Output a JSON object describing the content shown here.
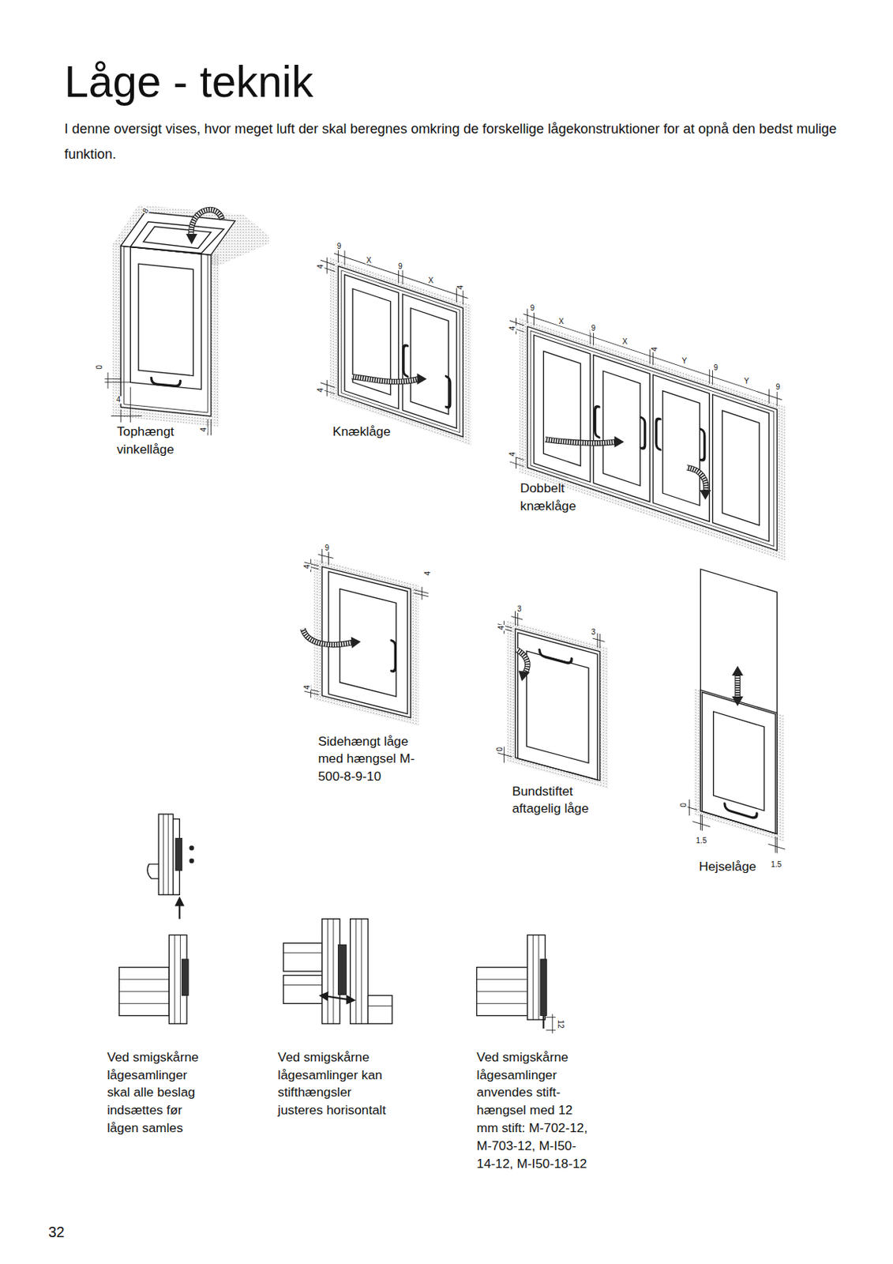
{
  "diagram": {
    "title": "Låge - teknik",
    "labels": [
      "I denne oversigt vises, hvor meget luft der skal beregnes omkring de forskellige lågekonstruktioner for at opnå den bedst mulige funktion.",
      "8",
      "0",
      "4",
      "4",
      "Tophængt vinkellåge",
      "9",
      "4",
      "X",
      "9",
      "X",
      "4",
      "4",
      "Knæklåge",
      "9",
      "4",
      "X",
      "9",
      "X",
      "4",
      "Y",
      "9",
      "Y",
      "9",
      "4",
      "Dobbelt knæklåge",
      "9",
      "4",
      "4",
      "4",
      "Sidehængt låge med hængsel M-500-8-9-10",
      "3",
      "4",
      "3",
      "0",
      "Bundstiftet aftagelig låge",
      "0",
      "1.5",
      "Hejselåge",
      "1.5",
      "12",
      "Ved smigskårne lågesamlinger skal alle beslag indsættes før lågen samles",
      "Ved smigskårne lågesamlinger kan stifthængsler justeres horisontalt",
      "Ved smigskårne lågesamlinger anvendes stift- hængsel med 12 mm stift: M-702-12, M-703-12, M-I50-14-12, M-I50-18-12",
      "32"
    ]
  }
}
